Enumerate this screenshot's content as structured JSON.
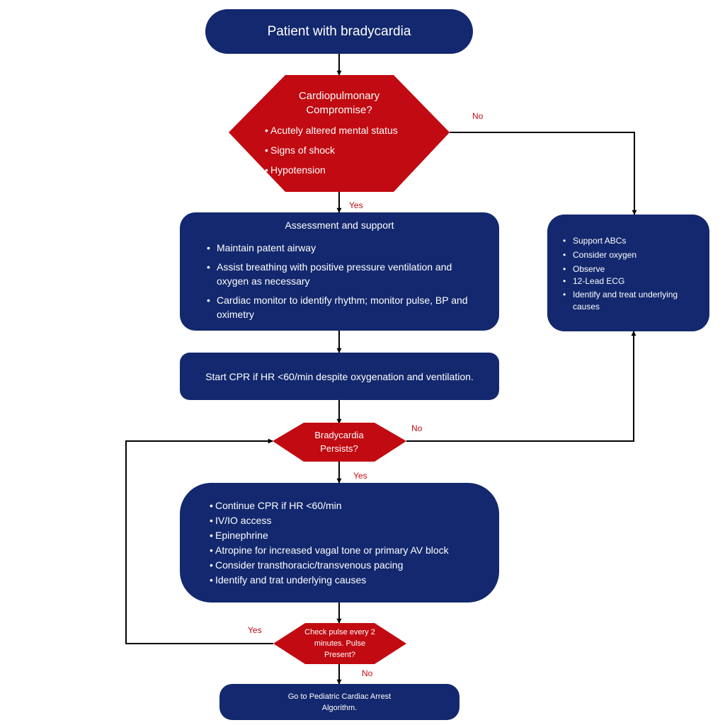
{
  "start": {
    "text": "Patient with bradycardia"
  },
  "compromise": {
    "title": "Cardiopulmonary Compromise?",
    "items": [
      "Acutely altered mental status",
      "Signs of shock",
      "Hypotension"
    ]
  },
  "labels": {
    "compromise_no": "No",
    "compromise_yes": "Yes",
    "persists_no": "No",
    "persists_yes": "Yes",
    "pulse_yes": "Yes",
    "pulse_no": "No"
  },
  "assessment": {
    "title": "Assessment and support",
    "items": [
      "Maintain patent airway",
      "Assist breathing with positive pressure ventilation and oxygen as necessary",
      "Cardiac monitor to identify rhythm; monitor pulse, BP and oximetry"
    ]
  },
  "support": {
    "items": [
      "Support ABCs",
      "Consider oxygen",
      "Observe",
      "12-Lead ECG",
      "Identify and treat underlying causes"
    ]
  },
  "cpr": {
    "text": "Start CPR if HR <60/min despite oxygenation and ventilation."
  },
  "persists": {
    "text": "Bradycardia Persists?"
  },
  "treatment": {
    "items": [
      "Continue  CPR if HR <60/min",
      "IV/IO access",
      "Epinephrine",
      "Atropine for increased vagal tone or primary AV block",
      "Consider transthoracic/transvenous pacing",
      "Identify and trat underlying causes"
    ]
  },
  "pulse_check": {
    "text": "Check pulse every 2 minutes. Pulse Present?"
  },
  "arrest": {
    "text": "Go to Pediatric Cardiac Arrest Algorithm."
  },
  "colors": {
    "navy": "#13286e",
    "red": "#c10a11",
    "line": "#000000"
  }
}
